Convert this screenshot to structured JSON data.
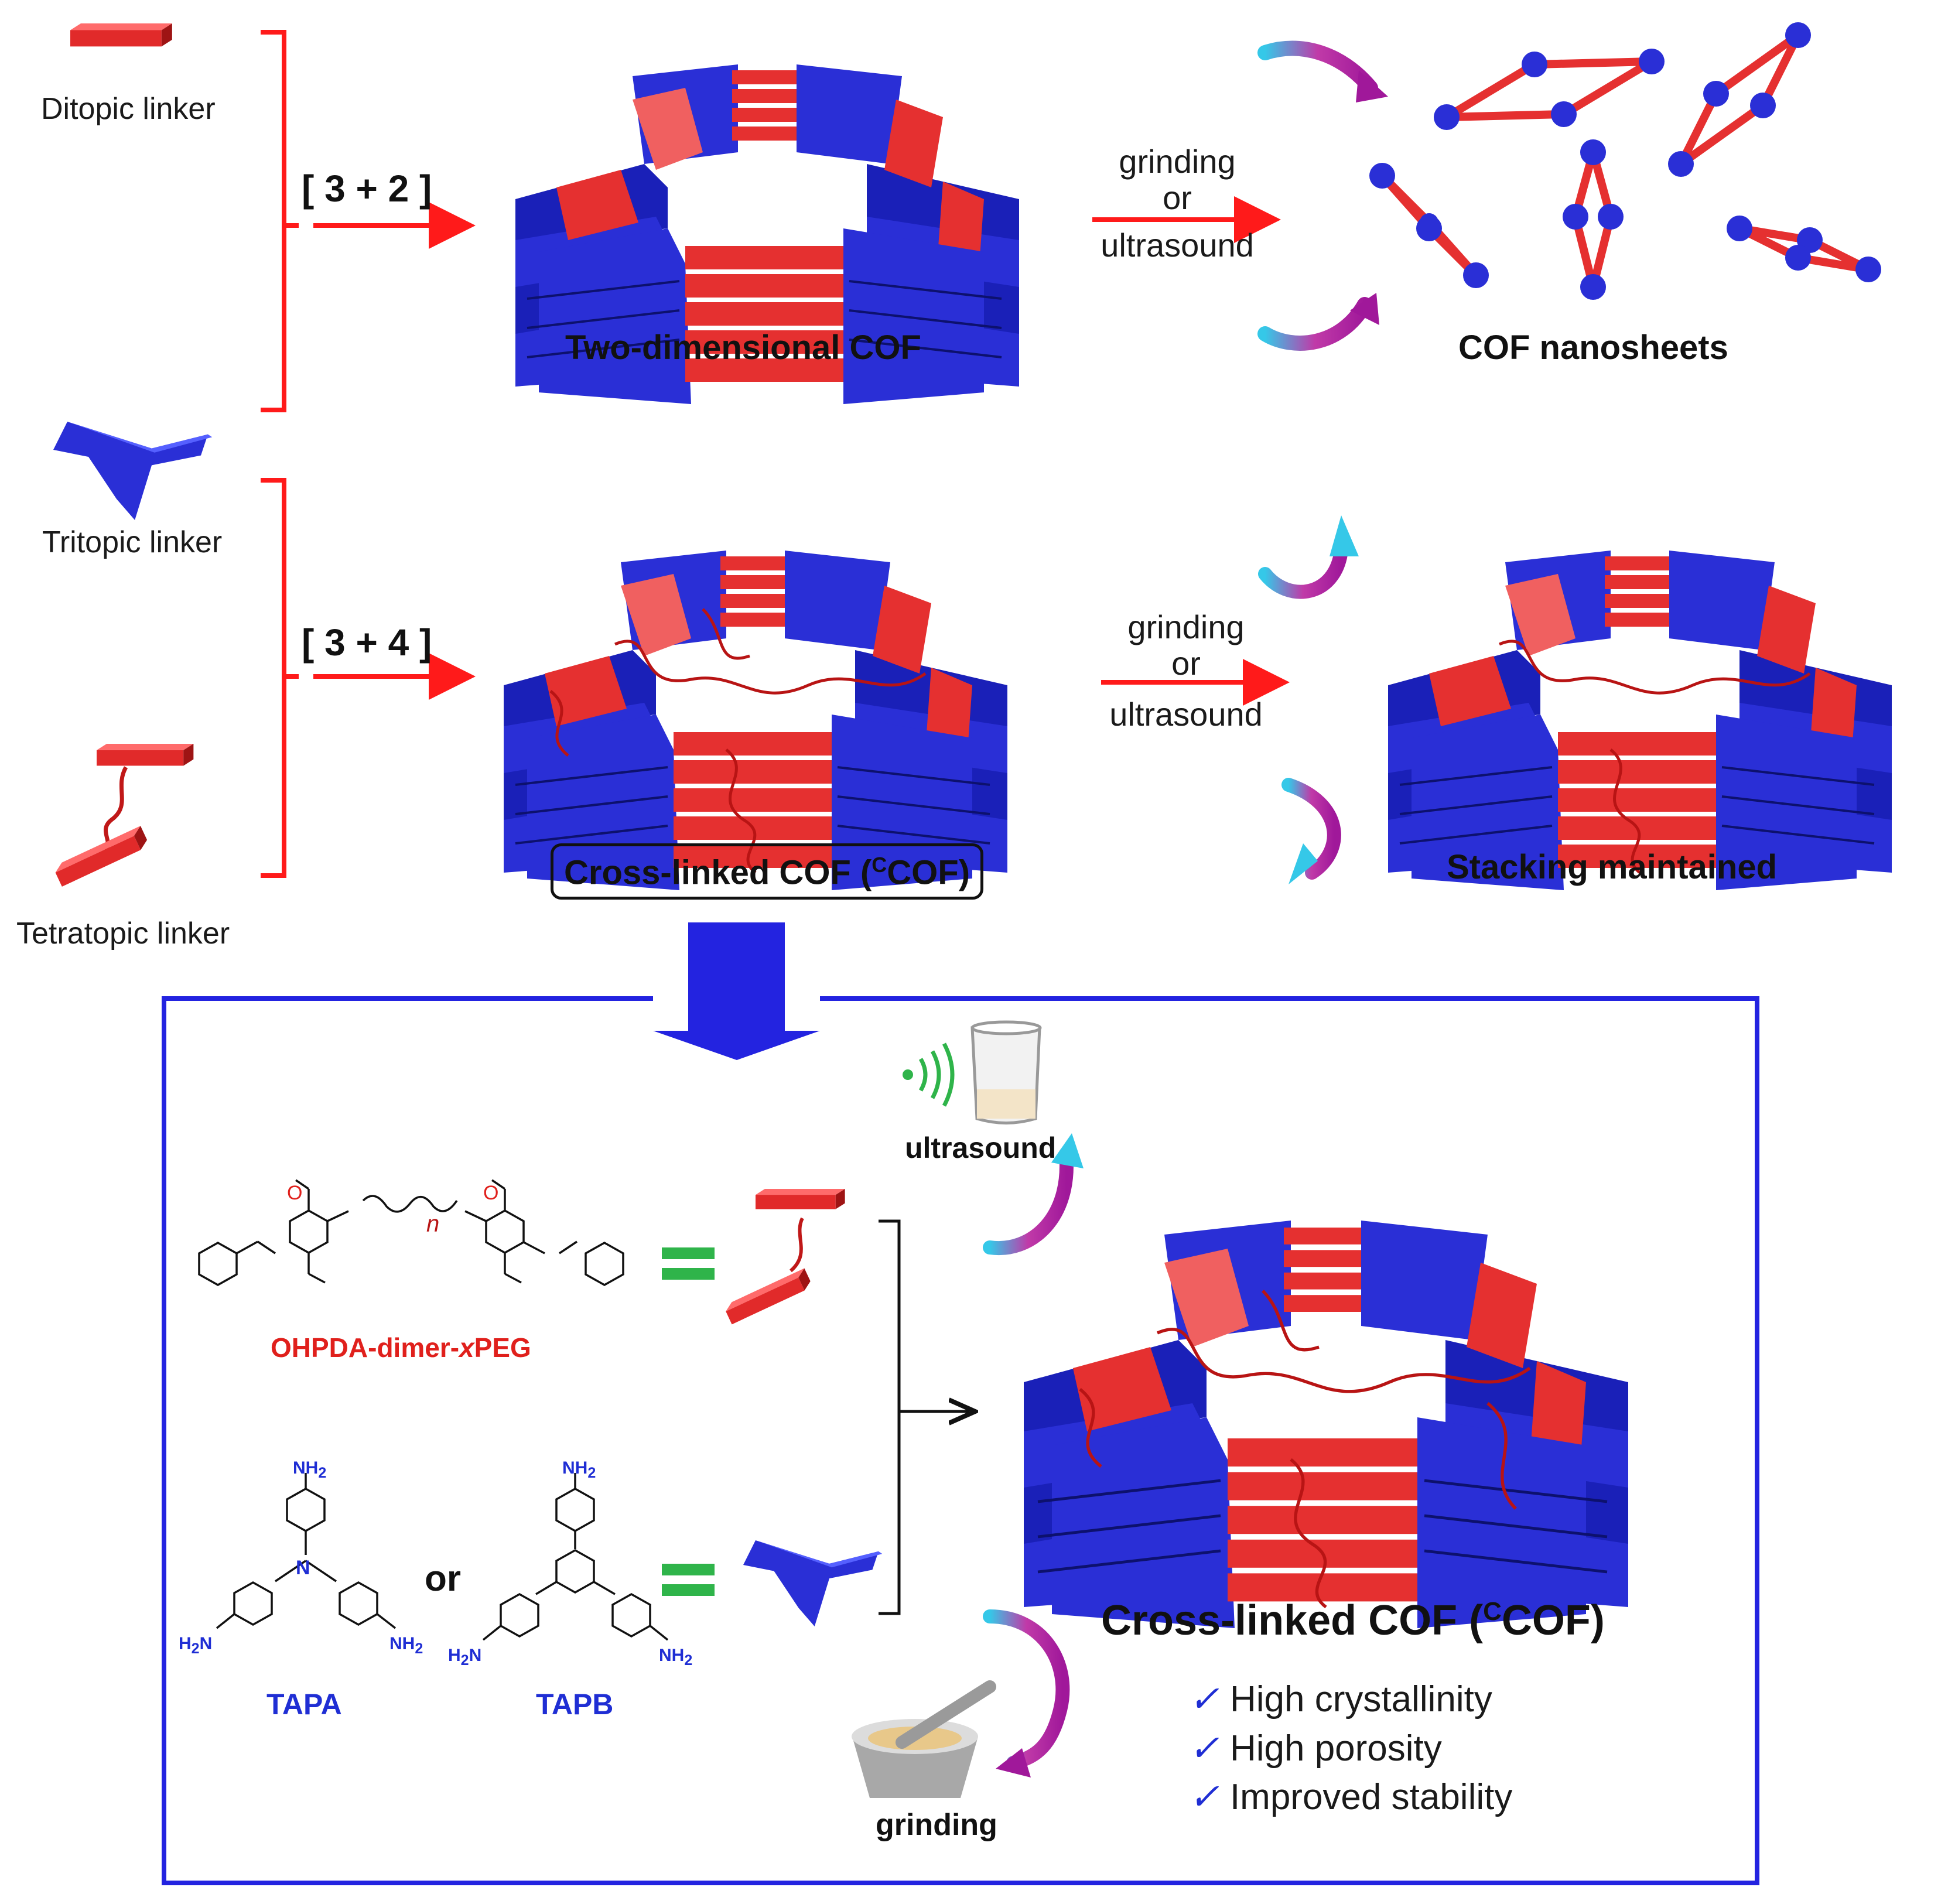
{
  "linkers": {
    "ditopic": "Ditopic linker",
    "tritopic": "Tritopic linker",
    "tetratopic": "Tetratopic linker"
  },
  "reactions": {
    "top_ratio": "[ 3 + 2 ]",
    "mid_ratio": "[ 3 + 4 ]"
  },
  "treatment": {
    "line1": "grinding",
    "line2": "or",
    "line3": "ultrasound"
  },
  "labels": {
    "two_d_cof": "Two-dimensional COF",
    "nanosheets": "COF nanosheets",
    "ccof_mid": "Cross-linked COF (",
    "ccof_sup": "C",
    "ccof_end": "COF)",
    "stacking": "Stacking maintained"
  },
  "bottom": {
    "ultrasound": "ultrasound",
    "grinding": "grinding",
    "dimer_name": "OHPDA-dimer-",
    "dimer_x": "x",
    "dimer_peg": "PEG",
    "or": "or",
    "tapa": "TAPA",
    "tapb": "TAPB",
    "nh2": "NH",
    "nh2_sub": "2",
    "h2n": "H",
    "h2n_sub": "2",
    "h2n_n": "N",
    "n_atom": "N",
    "o_atom": "O",
    "n_sub": "n",
    "ccof_title": "Cross-linked COF (",
    "ccof_sup": "C",
    "ccof_end": "COF)",
    "properties": [
      "High crystallinity",
      "High porosity",
      "Improved stability"
    ],
    "check_mark": "✓"
  },
  "colors": {
    "red": "#e53030",
    "blue": "#2a2fd6",
    "frame": "#2323e0",
    "arrow_red": "#ff1a1a",
    "green": "#2fb44a",
    "peg": "#c01818"
  },
  "icons": [
    "ultrasound-wave-icon",
    "beaker-icon",
    "mortar-pestle-icon",
    "curved-arrow-icon",
    "down-arrow-icon"
  ]
}
